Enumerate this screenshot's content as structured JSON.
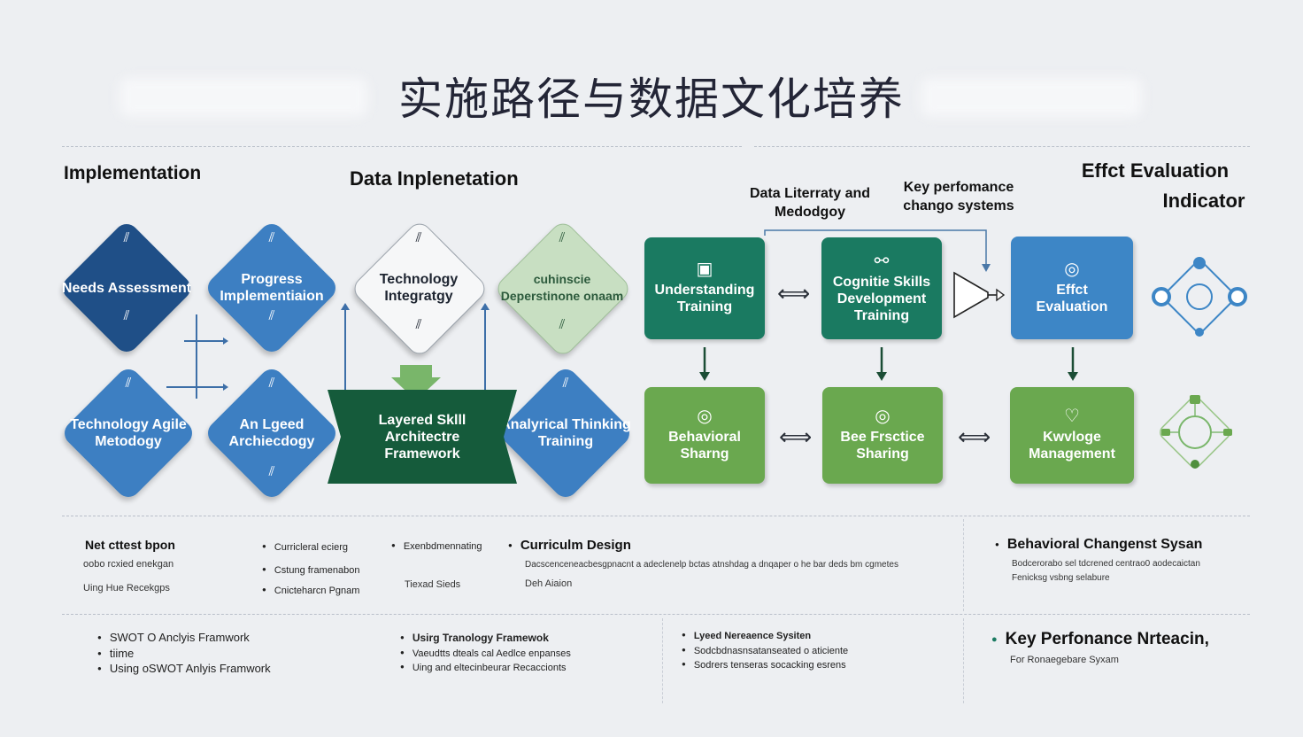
{
  "title": "实施路径与数据文化培养",
  "headers": {
    "implementation": "Implementation",
    "data_implementation": "Data Inplenetation",
    "effect_evaluation": "Effct Evaluation",
    "indicator": "Indicator",
    "data_literacy": "Data Literraty and Medodgoy",
    "key_performance": "Key perfomance chango systems"
  },
  "diamonds": {
    "needs_assessment": "Needs Assessment",
    "progress_implementation": "Progress Implementiaion",
    "technology_integration": "Technology Integratgy",
    "cultural_development": "cuhinscie Deperstinone onaam",
    "technology_agile": "Technology Agile Metodogy",
    "layered_archiecdogy": "An Lgeed Archiecdogy",
    "analytical_thinking": "Analyrical Thinking Training"
  },
  "framework": "Layered Sklll Architectre Framework",
  "boxes": {
    "understanding_training": "Understanding Training",
    "cognitive_skills": "Cognitie Skills Development Training",
    "effect_evaluation": "Effct Evaluation",
    "behavioral_sharing": "Behavioral Sharng",
    "best_practice": "Bee Frsctice Sharing",
    "knowledge_management": "Kwvloge Management"
  },
  "icons": {
    "hub": "hub-network-icon",
    "cluster": "cluster-network-icon"
  },
  "row1": {
    "col1_head": "Net cttest bpon",
    "col1_lines": [
      "oobo rcxied enekgan",
      "Uing Hue Recekgps"
    ],
    "col2_bullets": [
      "Curricleral ecierg",
      "Cstung framenabon",
      "Cnicteharcn Pgnam"
    ],
    "col3_bullet": "Exenbdmennating",
    "col3_line": "Tiexad Sieds",
    "col4_head": "Curriculm Design",
    "col4_line": "Dacscenceneacbesgpnacnt a adeclenelp bctas atnshdag a dnqaper o he bar deds bm cgmetes",
    "col4_line2": "Deh Aiaion",
    "col5_head": "Behavioral Changenst Sysan",
    "col5_lines": [
      "Bodcerorabo sel tdcrened centrao0 aodecaictan",
      "Fenicksg vsbng selabure"
    ]
  },
  "row2": {
    "col1_bullets": [
      "SWOT O Anclyis Framwork",
      "tiime",
      "Using oSWOT Anlyis Framwork"
    ],
    "col2_bullets": [
      "Usirg Tranology Framewok",
      "Vaeudtts dteals cal Aedlce enpanses",
      "Uing and eltecinbeurar Recaccionts"
    ],
    "col3_bullets": [
      "Lyeed Nereaence Sysiten",
      "Sodcbdnasnsatanseated o aticiente",
      "Sodrers tenseras socacking esrens"
    ],
    "col4_head": "Key Perfonance Nrteacin,",
    "col4_line": "For Ronaegebare Syxam"
  }
}
